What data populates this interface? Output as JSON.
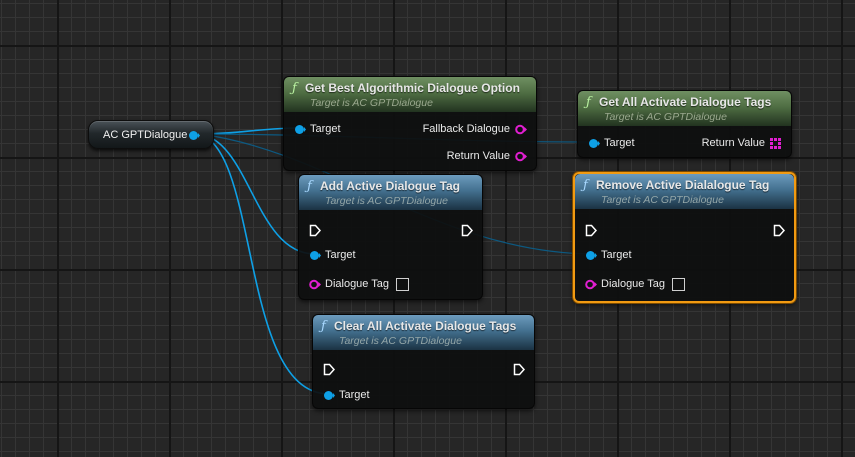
{
  "colors": {
    "object_pin": "#0ea0e6",
    "struct_pin": "#e01ed0",
    "exec_pin": "#ffffff",
    "selection": "#f19a12",
    "pure_header": "#5a7a4d",
    "impure_header": "#4d7a9a"
  },
  "variable_node": {
    "label": "AC GPTDialogue",
    "pin_icon": "object-pin-icon"
  },
  "nodes": {
    "get_best": {
      "title": "Get Best Algorithmic Dialogue Option",
      "subtitle": "Target is AC GPTDialogue",
      "func_icon": "ƒ",
      "inputs": [
        {
          "label": "Target"
        }
      ],
      "outputs": [
        {
          "label": "Fallback Dialogue"
        },
        {
          "label": "Return Value"
        }
      ]
    },
    "get_all": {
      "title": "Get All Activate Dialogue Tags",
      "subtitle": "Target is AC GPTDialogue",
      "func_icon": "ƒ",
      "inputs": [
        {
          "label": "Target"
        }
      ],
      "outputs": [
        {
          "label": "Return Value"
        }
      ]
    },
    "add_tag": {
      "title": "Add Active Dialogue Tag",
      "subtitle": "Target is AC GPTDialogue",
      "func_icon": "ƒ",
      "inputs": [
        {
          "label": "Target"
        },
        {
          "label": "Dialogue Tag"
        }
      ]
    },
    "remove_tag": {
      "title": "Remove Active Dialalogue Tag",
      "subtitle": "Target is AC GPTDialogue",
      "func_icon": "ƒ",
      "selected": true,
      "inputs": [
        {
          "label": "Target"
        },
        {
          "label": "Dialogue Tag"
        }
      ]
    },
    "clear_tags": {
      "title": "Clear All Activate Dialogue Tags",
      "subtitle": "Target is AC GPTDialogue",
      "func_icon": "ƒ",
      "inputs": [
        {
          "label": "Target"
        }
      ]
    }
  }
}
